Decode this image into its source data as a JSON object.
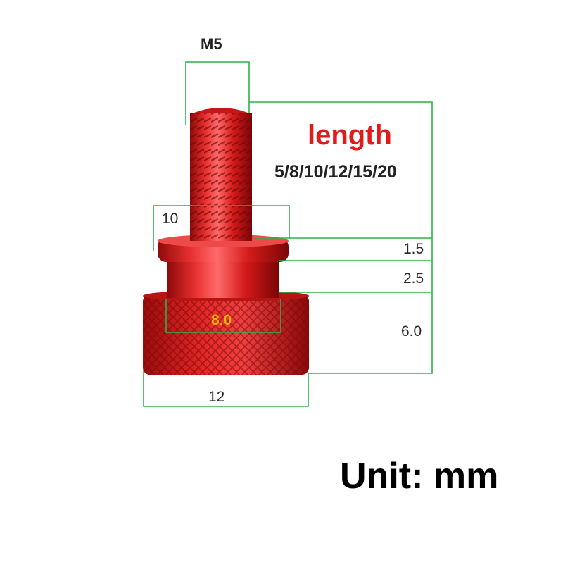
{
  "product": {
    "name": "knurled thumb screw",
    "color": "#d61a1a",
    "dimension_line_color": "#2bb34a"
  },
  "labels": {
    "thread": "M5",
    "length_title": "length",
    "length_options": "5/8/10/12/15/20",
    "shoulder_diameter": "10",
    "shoulder_height": "1.5",
    "neck_height": "2.5",
    "head_inner_diameter": "8.0",
    "head_height": "6.0",
    "head_diameter": "12",
    "unit": "Unit: mm"
  }
}
